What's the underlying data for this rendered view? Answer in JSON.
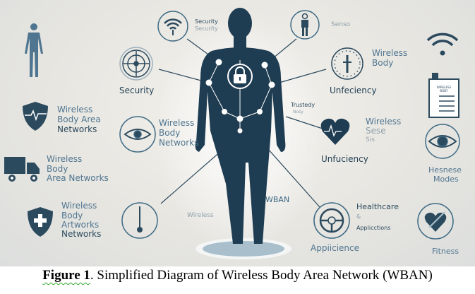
{
  "labels": {
    "security_top_1": "Security",
    "security_top_2": "Security",
    "senso": "Senso",
    "security_left": "Security",
    "wireless_body_right_1": "Wireless",
    "wireless_body_right_2": "Body",
    "unfeciency": "Unfeciency",
    "trustedy_1": "Trustedy",
    "trustedy_2": "Nosy",
    "wban_left_1": "Wireless",
    "wban_left_2": "Body Area",
    "wban_left_3": "Networks",
    "eye_left_1": "Wireless",
    "eye_left_2": "Body",
    "eye_left_3": "Networks",
    "heart_1": "Wireless",
    "heart_2": "Sese",
    "heart_3": "Sis",
    "unfuciency": "Unfuciency",
    "truck_1": "Wireless",
    "truck_2": "Body",
    "truck_3": "Area Networks",
    "plus_1": "Wireless",
    "plus_2": "Body",
    "plus_3": "Artworks",
    "plus_4": "Networks",
    "wireless_mid": "Wireless",
    "wban": "WBAN",
    "health_1": "Healthcare",
    "health_2": "&",
    "health_3": "Applicctions",
    "appiicience": "Appiicience",
    "modes_1": "Hesnese",
    "modes_2": "Modes",
    "fitness": "Fitness",
    "doc_title": "WIRELESS BODY"
  },
  "caption": {
    "label": "Figure 1",
    "text": ". Simplified Diagram of Wireless Body Area Network (WBAN)"
  }
}
